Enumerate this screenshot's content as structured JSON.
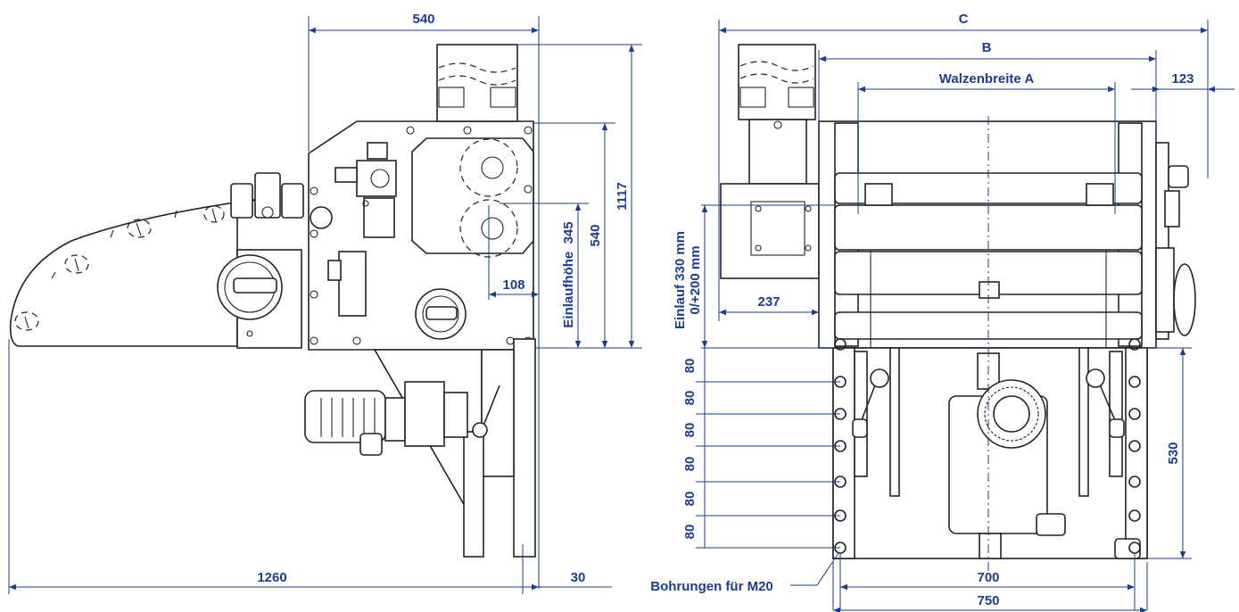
{
  "dimensions": {
    "d540_top": "540",
    "d1260": "1260",
    "d30": "30",
    "d108": "108",
    "d1117": "1117",
    "d540_side": "540",
    "einlaufhoehe": "Einlaufhöhe  345",
    "C": "C",
    "B": "B",
    "walzenbreite": "Walzenbreite A",
    "d123": "123",
    "d237": "237",
    "einlauf_line1": "Einlauf 330 mm",
    "einlauf_line2": "0/+200 mm",
    "d530": "530",
    "d700": "700",
    "d750": "750",
    "pitch": [
      "80",
      "80",
      "80",
      "80",
      "80",
      "80"
    ],
    "bohrungen": "Bohrungen für M20"
  },
  "colors": {
    "dimension": "#1a3d8f",
    "line": "#222222"
  }
}
